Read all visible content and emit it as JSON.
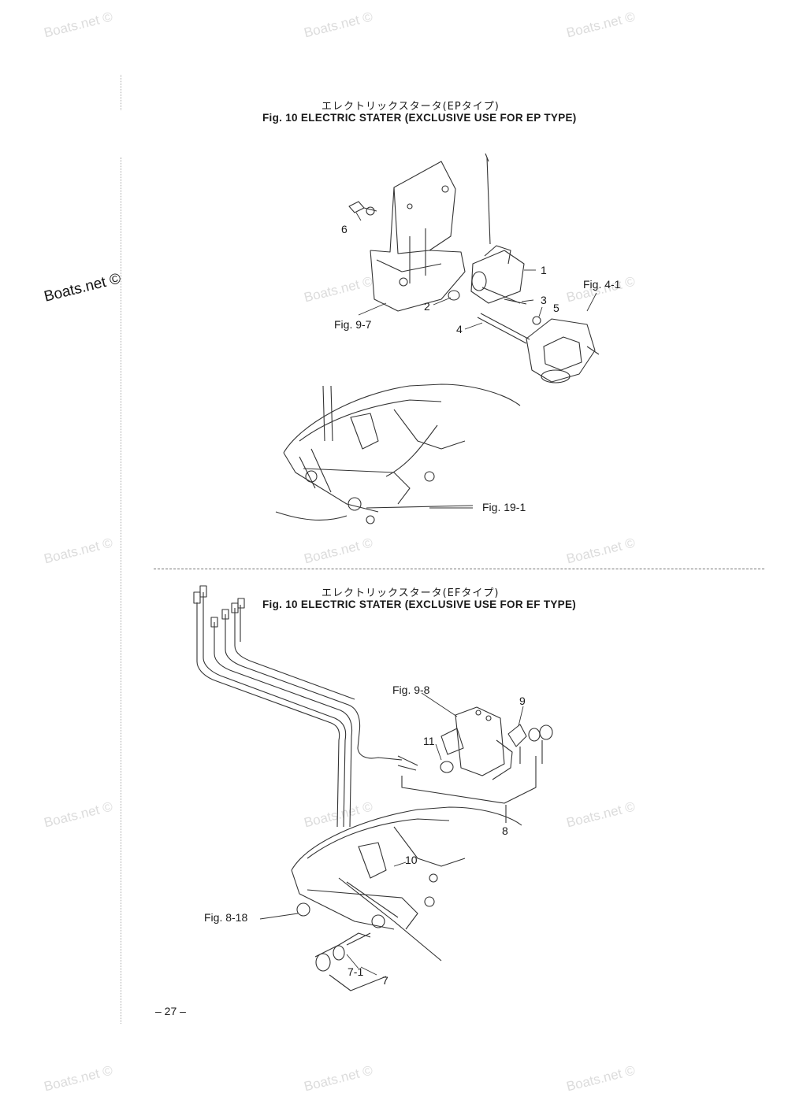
{
  "watermarks": {
    "text": "Boats.net ©",
    "left_label": "Boats.net ©"
  },
  "fig_top": {
    "title_jp": "エレクトリックスタータ(EPタイプ)",
    "title_en": "Fig. 10    ELECTRIC STATER (EXCLUSIVE USE FOR EP TYPE)",
    "labels": {
      "n1": "1",
      "n2": "2",
      "n3": "3",
      "n4": "4",
      "n5": "5",
      "n6": "6",
      "ref_9_7": "Fig. 9-7",
      "ref_4_1": "Fig. 4-1",
      "ref_19_1": "Fig. 19-1"
    }
  },
  "fig_bottom": {
    "title_jp": "エレクトリックスタータ(EFタイプ)",
    "title_en": "Fig. 10    ELECTRIC STATER (EXCLUSIVE USE FOR EF TYPE)",
    "labels": {
      "ref_9_8": "Fig. 9-8",
      "n9": "9",
      "n11": "11",
      "n8": "8",
      "n10": "10",
      "ref_8_18": "Fig. 8-18",
      "n7_1": "7-1",
      "n7": "7"
    }
  },
  "page_number": "– 27 –"
}
